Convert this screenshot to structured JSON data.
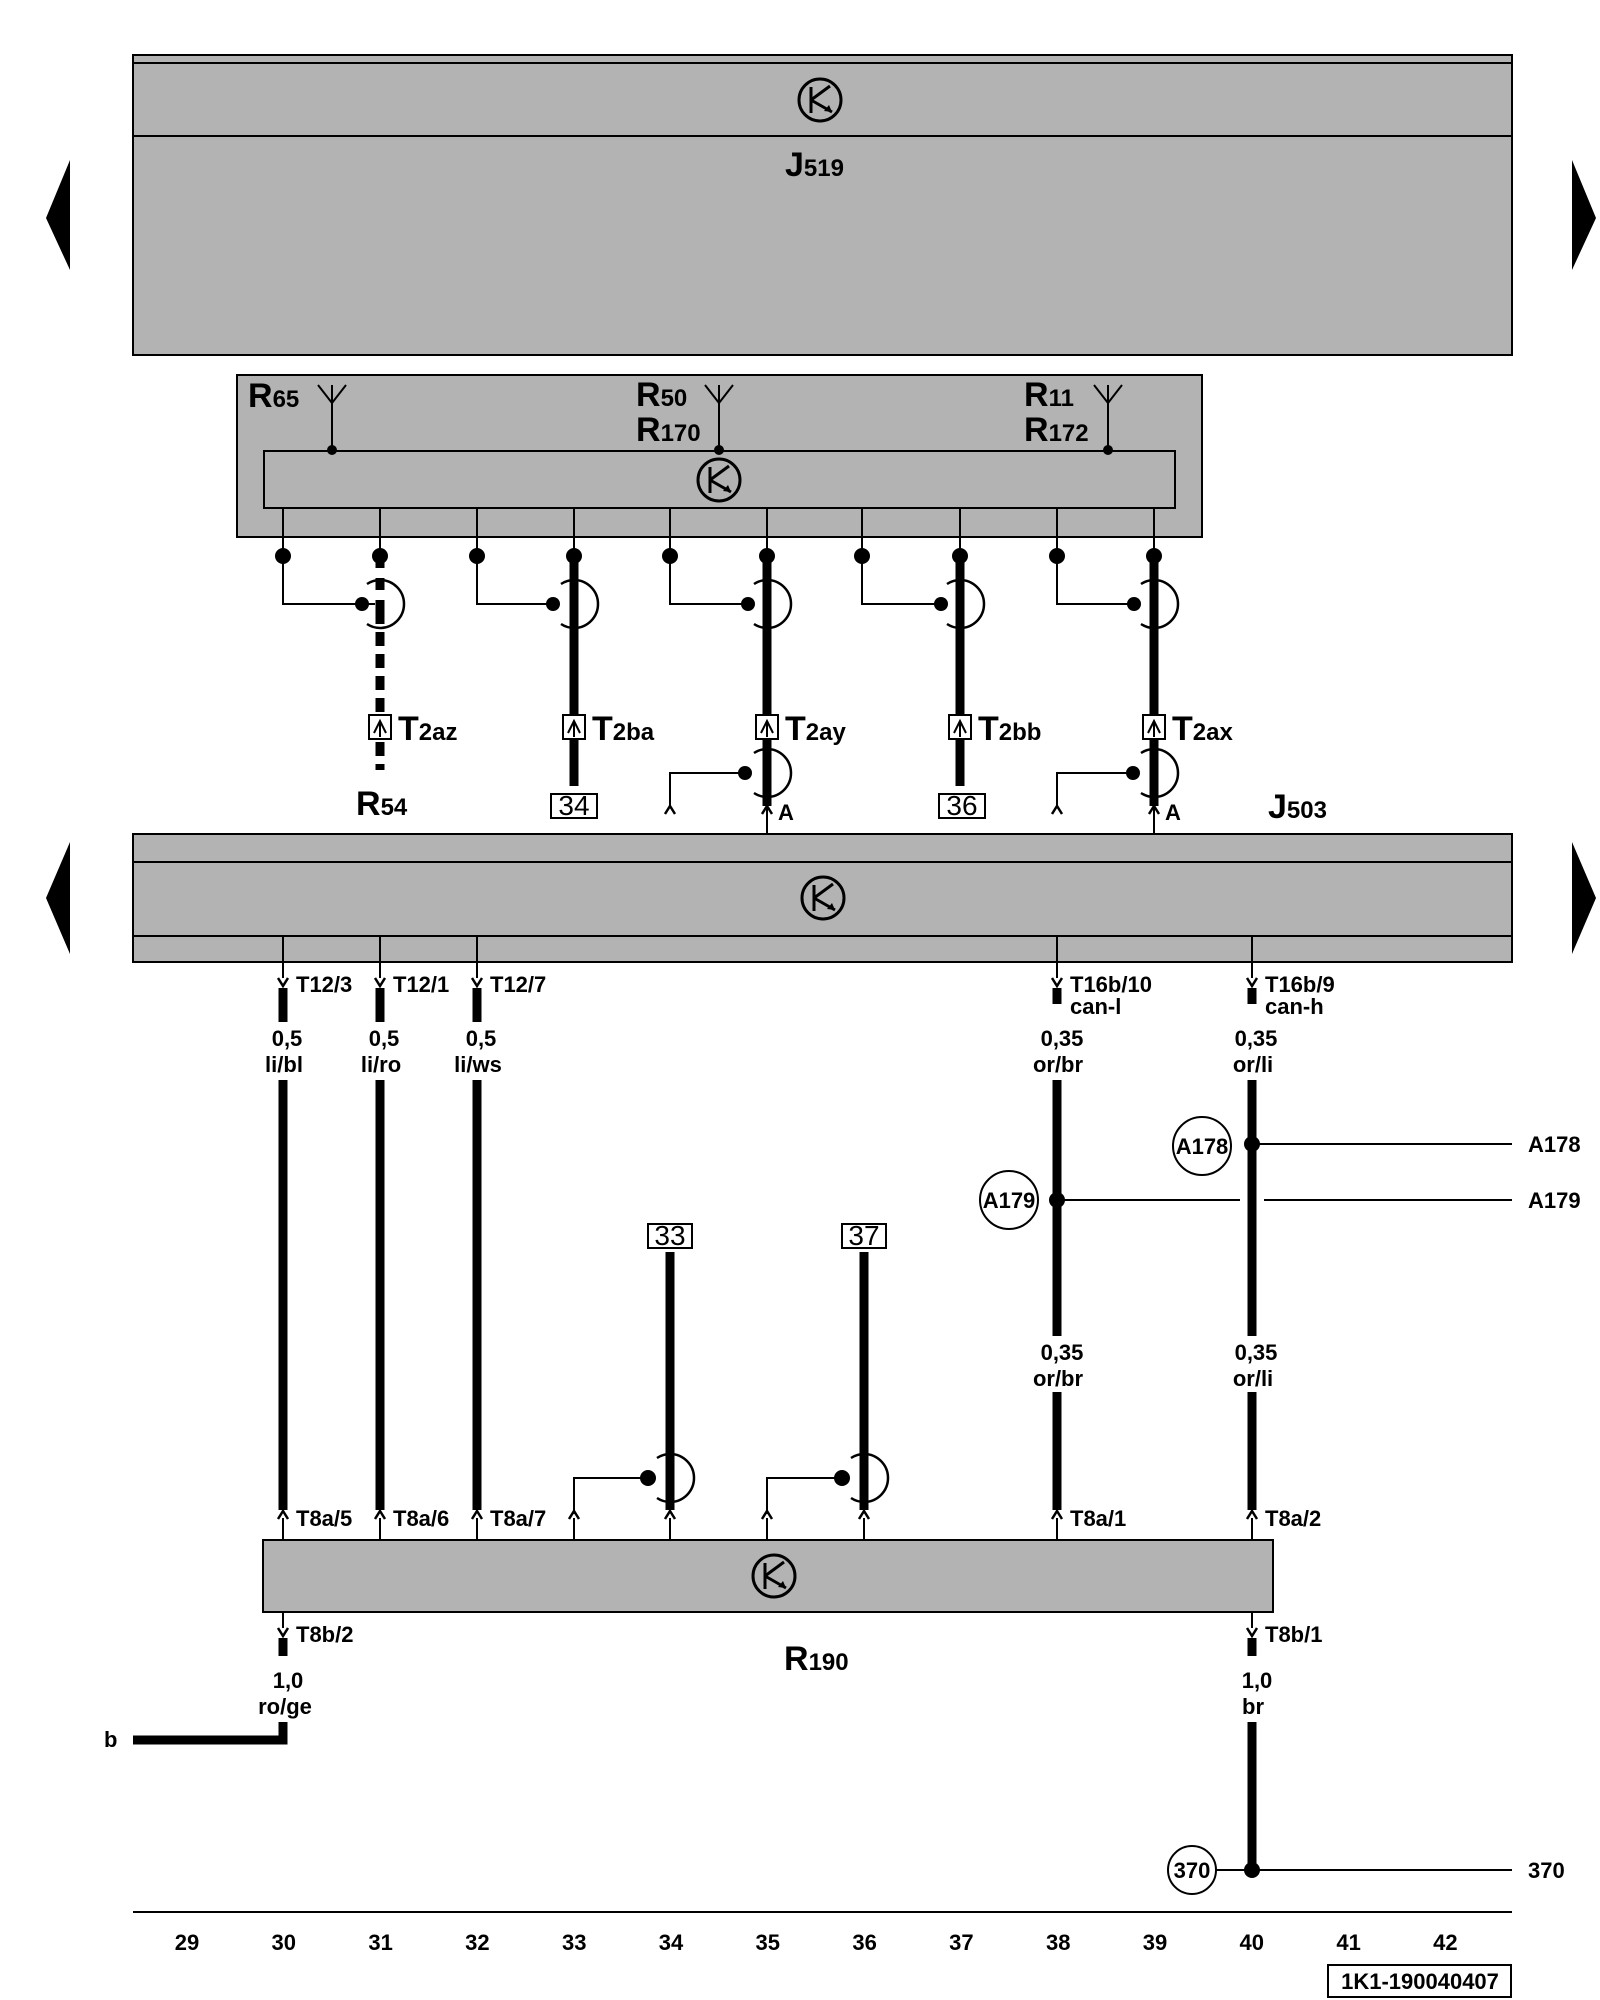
{
  "units": {
    "top": {
      "name": "J",
      "sub": "519"
    },
    "middle": {
      "name": "J",
      "sub": "503"
    },
    "bottom": {
      "name": "R",
      "sub": "190"
    }
  },
  "antennas": [
    {
      "name": "R",
      "sub": "65"
    },
    {
      "name": "R",
      "sub": "50",
      "name2": "R",
      "sub2": "170"
    },
    {
      "name": "R",
      "sub": "11",
      "name2": "R",
      "sub2": "172"
    }
  ],
  "connectors_top": [
    {
      "name": "T",
      "sub": "2az"
    },
    {
      "name": "T",
      "sub": "2ba"
    },
    {
      "name": "T",
      "sub": "2ay"
    },
    {
      "name": "T",
      "sub": "2bb"
    },
    {
      "name": "T",
      "sub": "2ax"
    }
  ],
  "r54": {
    "name": "R",
    "sub": "54"
  },
  "boxes": {
    "b34": "34",
    "b36": "36",
    "b33": "33",
    "b37": "37"
  },
  "pin_a": "A",
  "wires_upper": [
    {
      "pin": "T12/3",
      "gauge": "0,5",
      "color": "li/bl"
    },
    {
      "pin": "T12/1",
      "gauge": "0,5",
      "color": "li/ro"
    },
    {
      "pin": "T12/7",
      "gauge": "0,5",
      "color": "li/ws"
    },
    {
      "pin": "T16b/10",
      "sig": "can-l",
      "gauge": "0,35",
      "color": "or/br"
    },
    {
      "pin": "T16b/9",
      "sig": "can-h",
      "gauge": "0,35",
      "color": "or/li"
    }
  ],
  "wires_lower": [
    {
      "gauge": "0,35",
      "color": "or/br"
    },
    {
      "gauge": "0,35",
      "color": "or/li"
    }
  ],
  "pins_bottom": [
    "T8a/5",
    "T8a/6",
    "T8a/7",
    "T8a/1",
    "T8a/2"
  ],
  "out_pins": [
    {
      "pin": "T8b/2",
      "gauge": "1,0",
      "color": "ro/ge"
    },
    {
      "pin": "T8b/1",
      "gauge": "1,0",
      "color": "br"
    }
  ],
  "ground_b": "b",
  "junctions": {
    "a178": "A178",
    "a179": "A179",
    "j370": "370"
  },
  "refs": {
    "a178": "A178",
    "a179": "A179",
    "r370": "370"
  },
  "columns": [
    "29",
    "30",
    "31",
    "32",
    "33",
    "34",
    "35",
    "36",
    "37",
    "38",
    "39",
    "40",
    "41",
    "42"
  ],
  "doc_id": "1K1-190040407"
}
